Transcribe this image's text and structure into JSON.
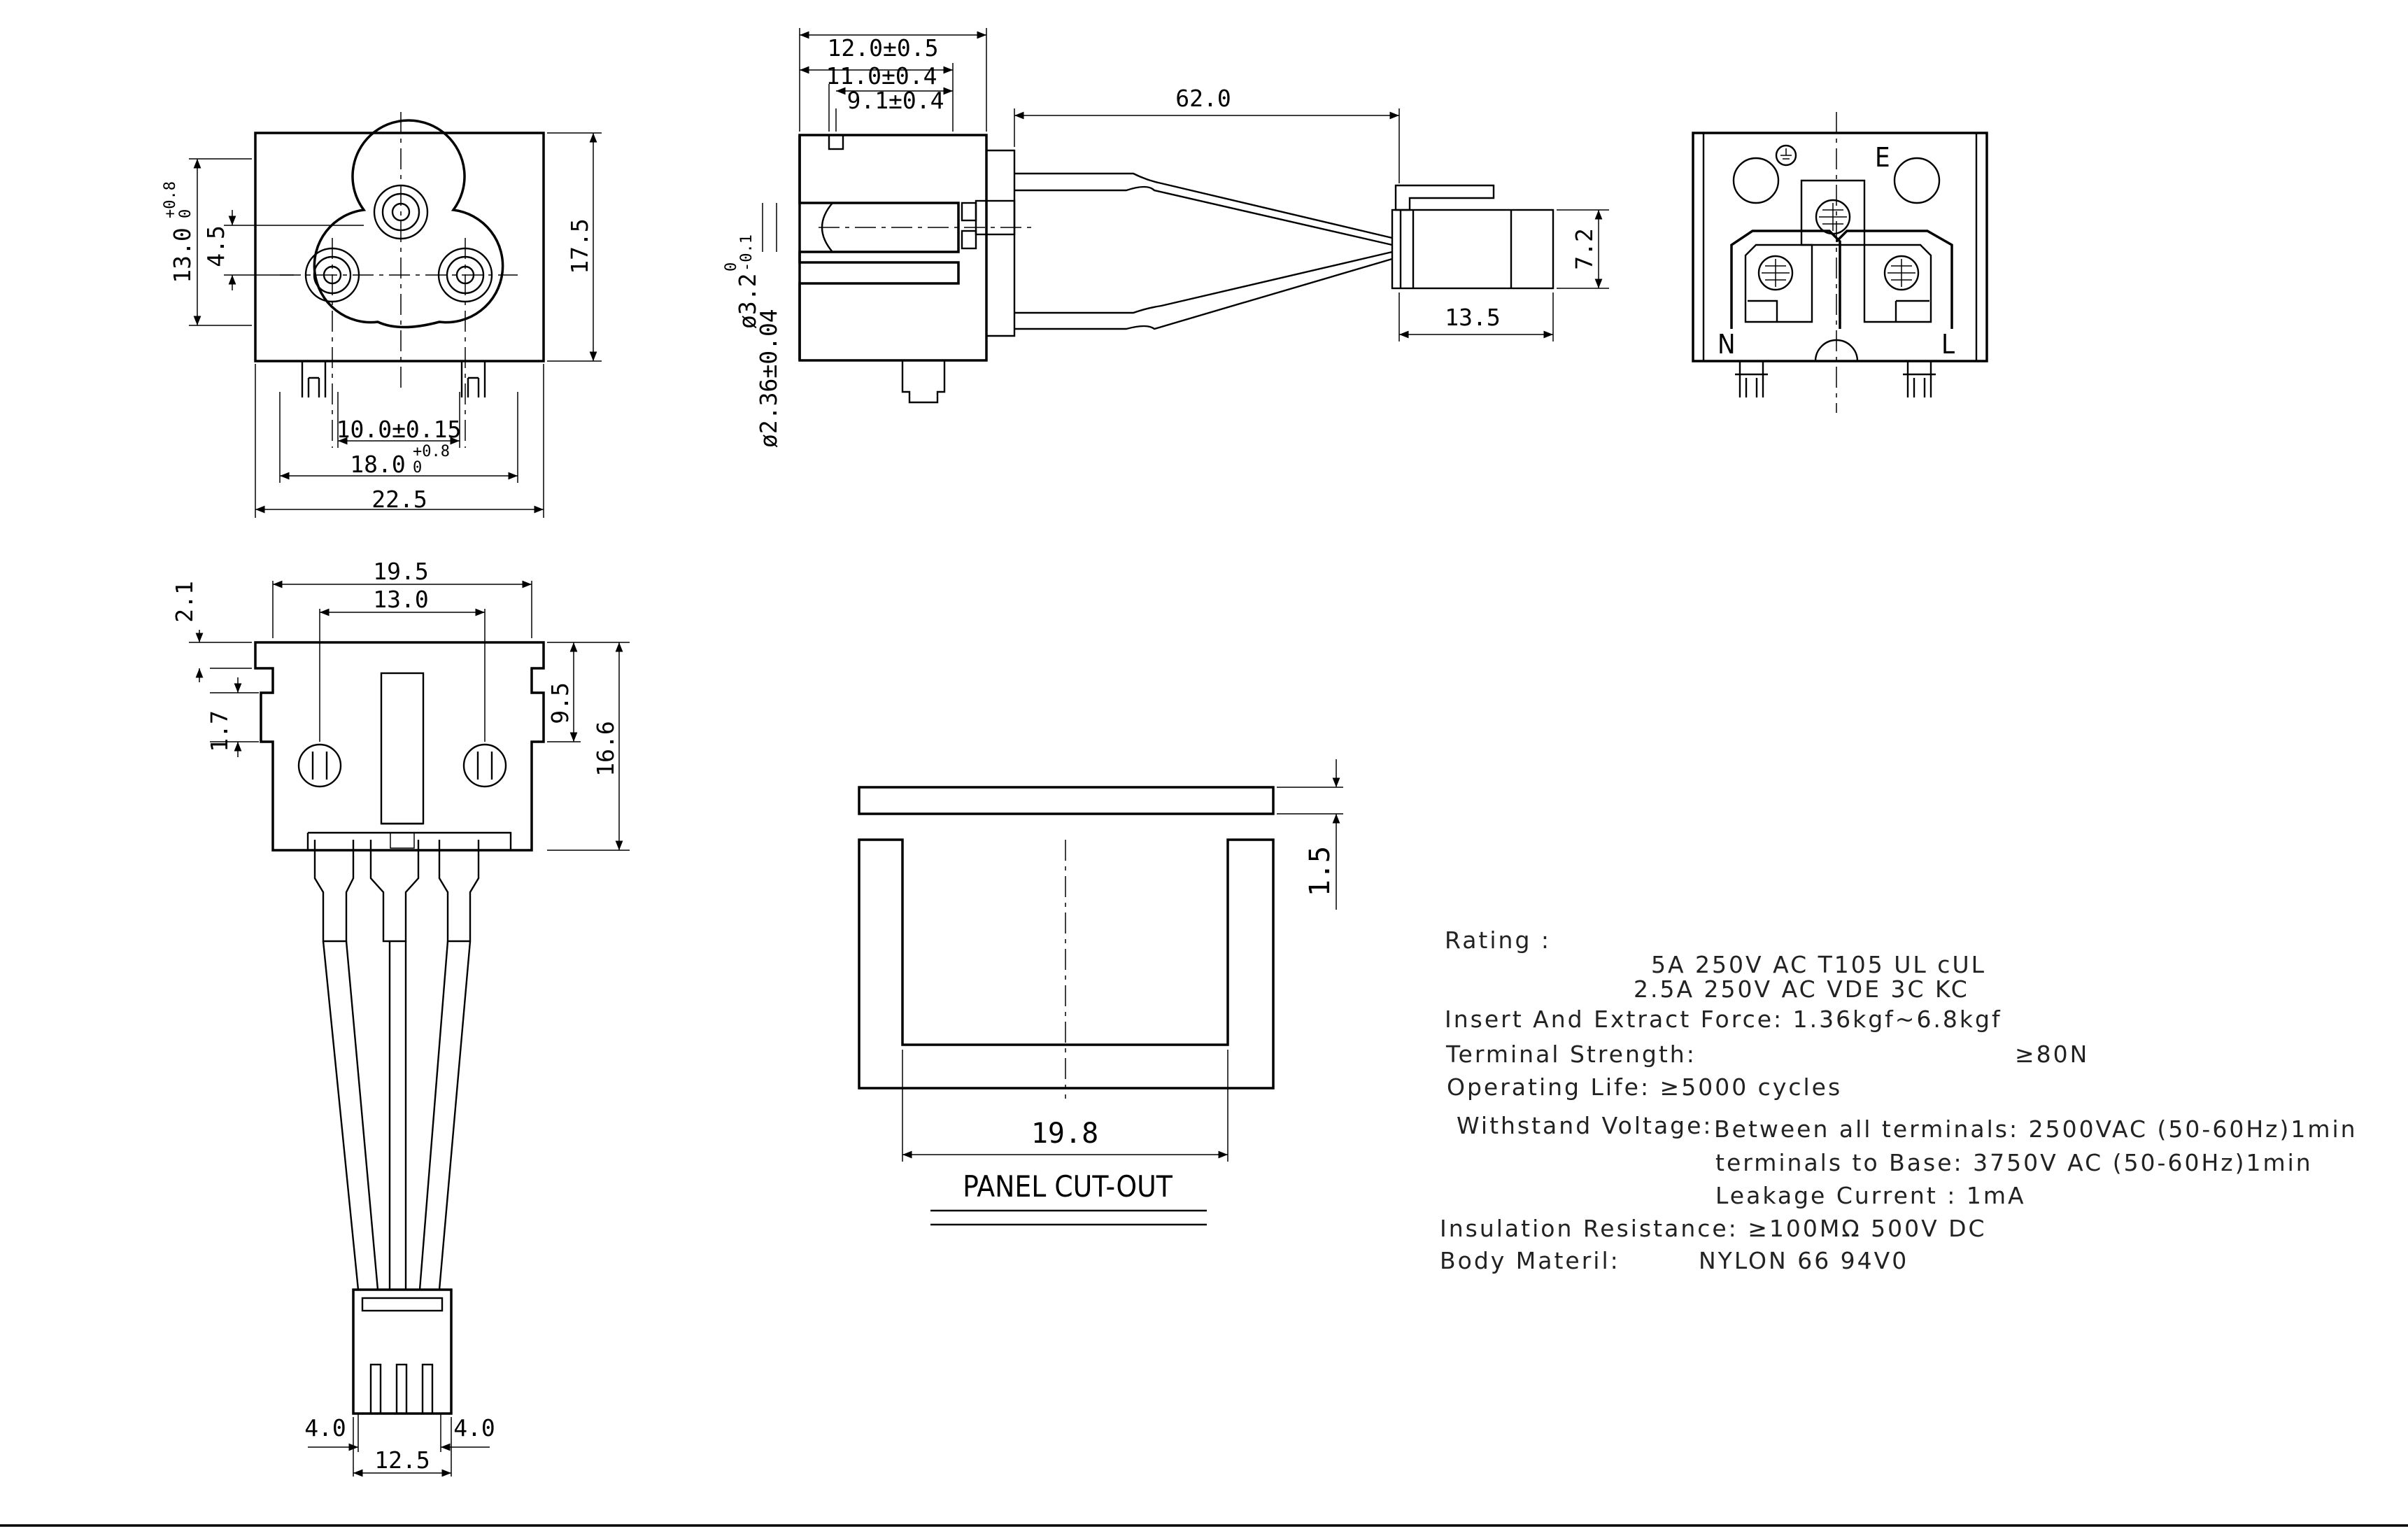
{
  "dimensions": {
    "front_width": "22.5",
    "front_pin_pitch_outer": "18.0",
    "front_pin_pitch_outer_tol_upper": "+0.8",
    "front_pin_pitch_outer_tol_lower": "0",
    "front_pin_pitch_inner": "10.0±0.15",
    "front_height": "17.5",
    "front_inner_height": "13.0",
    "front_inner_height_tol_upper": "+0.8",
    "front_inner_height_tol_lower": "0",
    "front_center_offset": "4.5",
    "side_depth_1": "12.0±0.5",
    "side_depth_2": "11.0±0.4",
    "side_depth_3": "9.1±0.4",
    "side_cable_length": "62.0",
    "side_connector_height": "7.2",
    "side_connector_length": "13.5",
    "side_hole_dia": "ø3.2",
    "side_hole_tol_upper": "0",
    "side_hole_tol_lower": "-0.1",
    "side_pin_dia": "ø2.36±0.04",
    "bottom_width": "19.5",
    "bottom_hole_pitch": "13.0",
    "bottom_step_1": "2.1",
    "bottom_step_2": "1.7",
    "bottom_height_1": "9.5",
    "bottom_height_2": "16.6",
    "bottom_conn_width": "12.5",
    "bottom_conn_margin_left": "4.0",
    "bottom_conn_margin_right": "4.0",
    "cutout_thickness": "1.5",
    "cutout_width": "19.8"
  },
  "rear_labels": {
    "earth": "E",
    "neutral": "N",
    "live": "L"
  },
  "panel_cutout_title": "PANEL CUT-OUT",
  "specs": {
    "rating_label": "Rating :",
    "rating_line1": "5A  250V  AC      T105     UL       cUL",
    "rating_line2": "2.5A  250V  AC        VDE      3C      KC",
    "insert_force": "Insert And Extract Force: 1.36kgf~6.8kgf",
    "terminal_strength_label": "Terminal   Strength:",
    "terminal_strength_value": "≥80N",
    "operating_life": "Operating Life: ≥5000    cycles",
    "withstand_label": "Withstand Voltage:",
    "withstand_line1": "Between  all  terminals: 2500VAC (50-60Hz)1min",
    "withstand_line2": "terminals  to  Base: 3750V  AC  (50-60Hz)1min",
    "leakage": "Leakage  Current :    1mA",
    "insulation": "Insulation Resistance: ≥100MΩ   500V DC",
    "body_label": "Body Materil:",
    "body_value": "NYLON 66     94V0"
  }
}
